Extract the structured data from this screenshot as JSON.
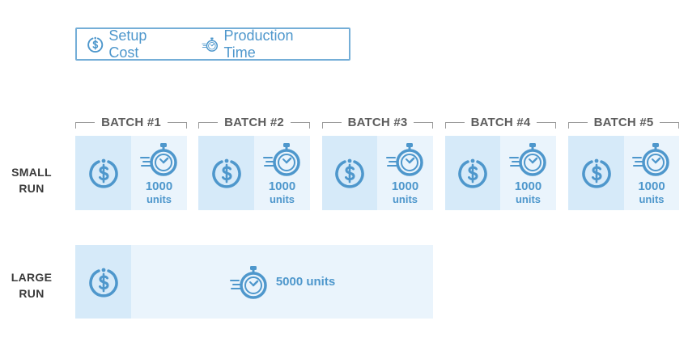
{
  "legend": {
    "items": [
      {
        "label": "Setup Cost",
        "icon": "dollar-cycle-icon"
      },
      {
        "label": "Production Time",
        "icon": "stopwatch-icon"
      }
    ]
  },
  "batches": [
    "BATCH #1",
    "BATCH #2",
    "BATCH #3",
    "BATCH #4",
    "BATCH #5"
  ],
  "small_run": {
    "label_line1": "SMALL",
    "label_line2": "RUN",
    "units_value": "1000",
    "units_label": "units"
  },
  "large_run": {
    "label_line1": "LARGE",
    "label_line2": "RUN",
    "units_text": "5000 units"
  },
  "colors": {
    "accent": "#4e97cc",
    "cost_fill": "#d6eaf9",
    "time_fill": "#eaf4fc"
  }
}
